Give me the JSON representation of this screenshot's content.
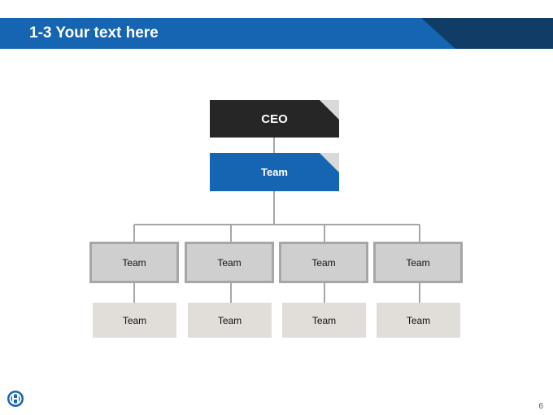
{
  "header": {
    "title": "1-3 Your text here",
    "band_color": "#1565b3",
    "accent_color": "#0f3d66"
  },
  "org_chart": {
    "ceo": {
      "label": "CEO",
      "color": "#262626"
    },
    "main_team": {
      "label": "Team",
      "color": "#1565b3"
    },
    "second_level": [
      {
        "label": "Team"
      },
      {
        "label": "Team"
      },
      {
        "label": "Team"
      },
      {
        "label": "Team"
      }
    ],
    "third_level": [
      {
        "label": "Team"
      },
      {
        "label": "Team"
      },
      {
        "label": "Team"
      },
      {
        "label": "Team"
      }
    ],
    "connector_color": "#a6a6a6"
  },
  "footer": {
    "logo_icon": "company-logo-icon",
    "page_number": "6"
  }
}
